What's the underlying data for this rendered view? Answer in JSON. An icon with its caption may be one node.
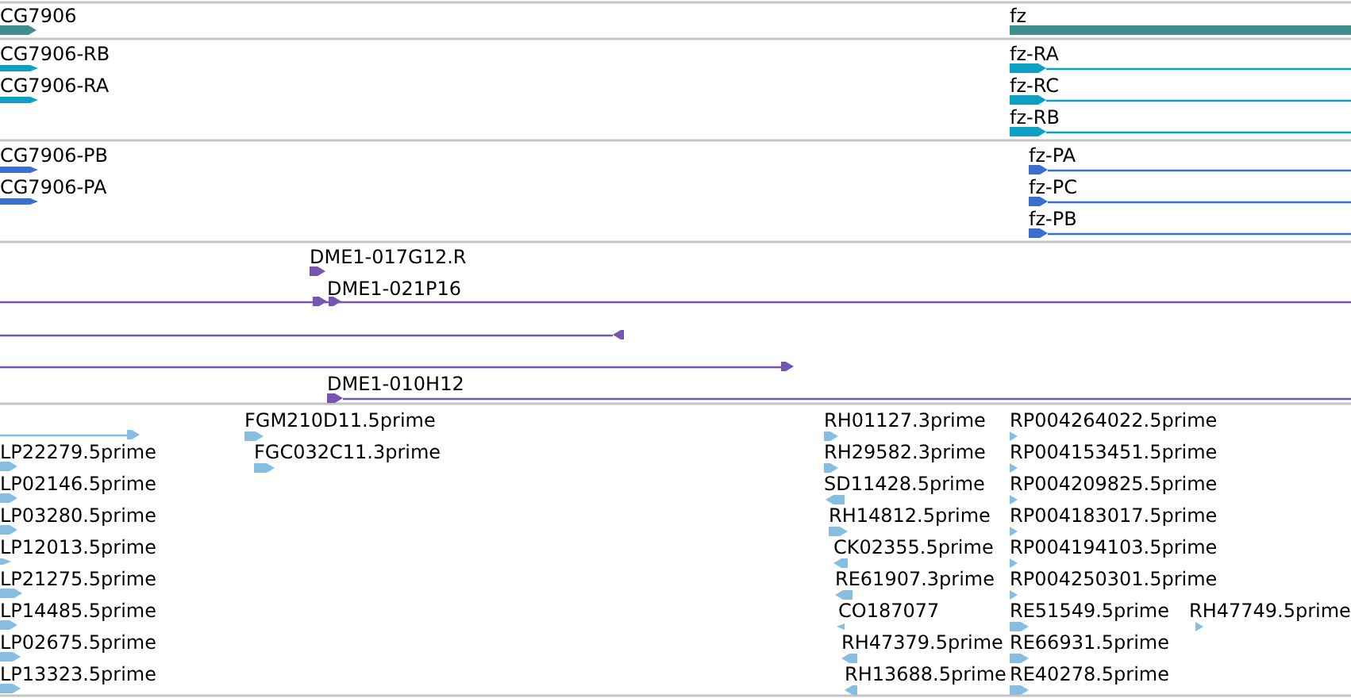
{
  "diagram": {
    "labels": [
      "CG7906",
      "fz",
      "CG7906-RB",
      "fz-RA",
      "CG7906-RA",
      "fz-RC",
      "fz-RB",
      "CG7906-PB",
      "fz-PA",
      "CG7906-PA",
      "fz-PC",
      "fz-PB",
      "DME1-017G12.R",
      "DME1-021P16",
      "DME1-010H12",
      "FGM210D11.5prime",
      "RH01127.3prime",
      "RP004264022.5prime",
      "LP22279.5prime",
      "FGC032C11.3prime",
      "RH29582.3prime",
      "RP004153451.5prime",
      "LP02146.5prime",
      "SD11428.5prime",
      "RP004209825.5prime",
      "LP03280.5prime",
      "RH14812.5prime",
      "RP004183017.5prime",
      "LP12013.5prime",
      "CK02355.5prime",
      "RP004194103.5prime",
      "LP21275.5prime",
      "RE61907.3prime",
      "RP004250301.5prime",
      "LP14485.5prime",
      "CO187077",
      "RE51549.5prime",
      "RH47749.5prime",
      "LP02675.5prime",
      "RH47379.5prime",
      "RE66931.5prime",
      "LP13323.5prime",
      "RH13688.5prime",
      "RE40278.5prime"
    ]
  }
}
